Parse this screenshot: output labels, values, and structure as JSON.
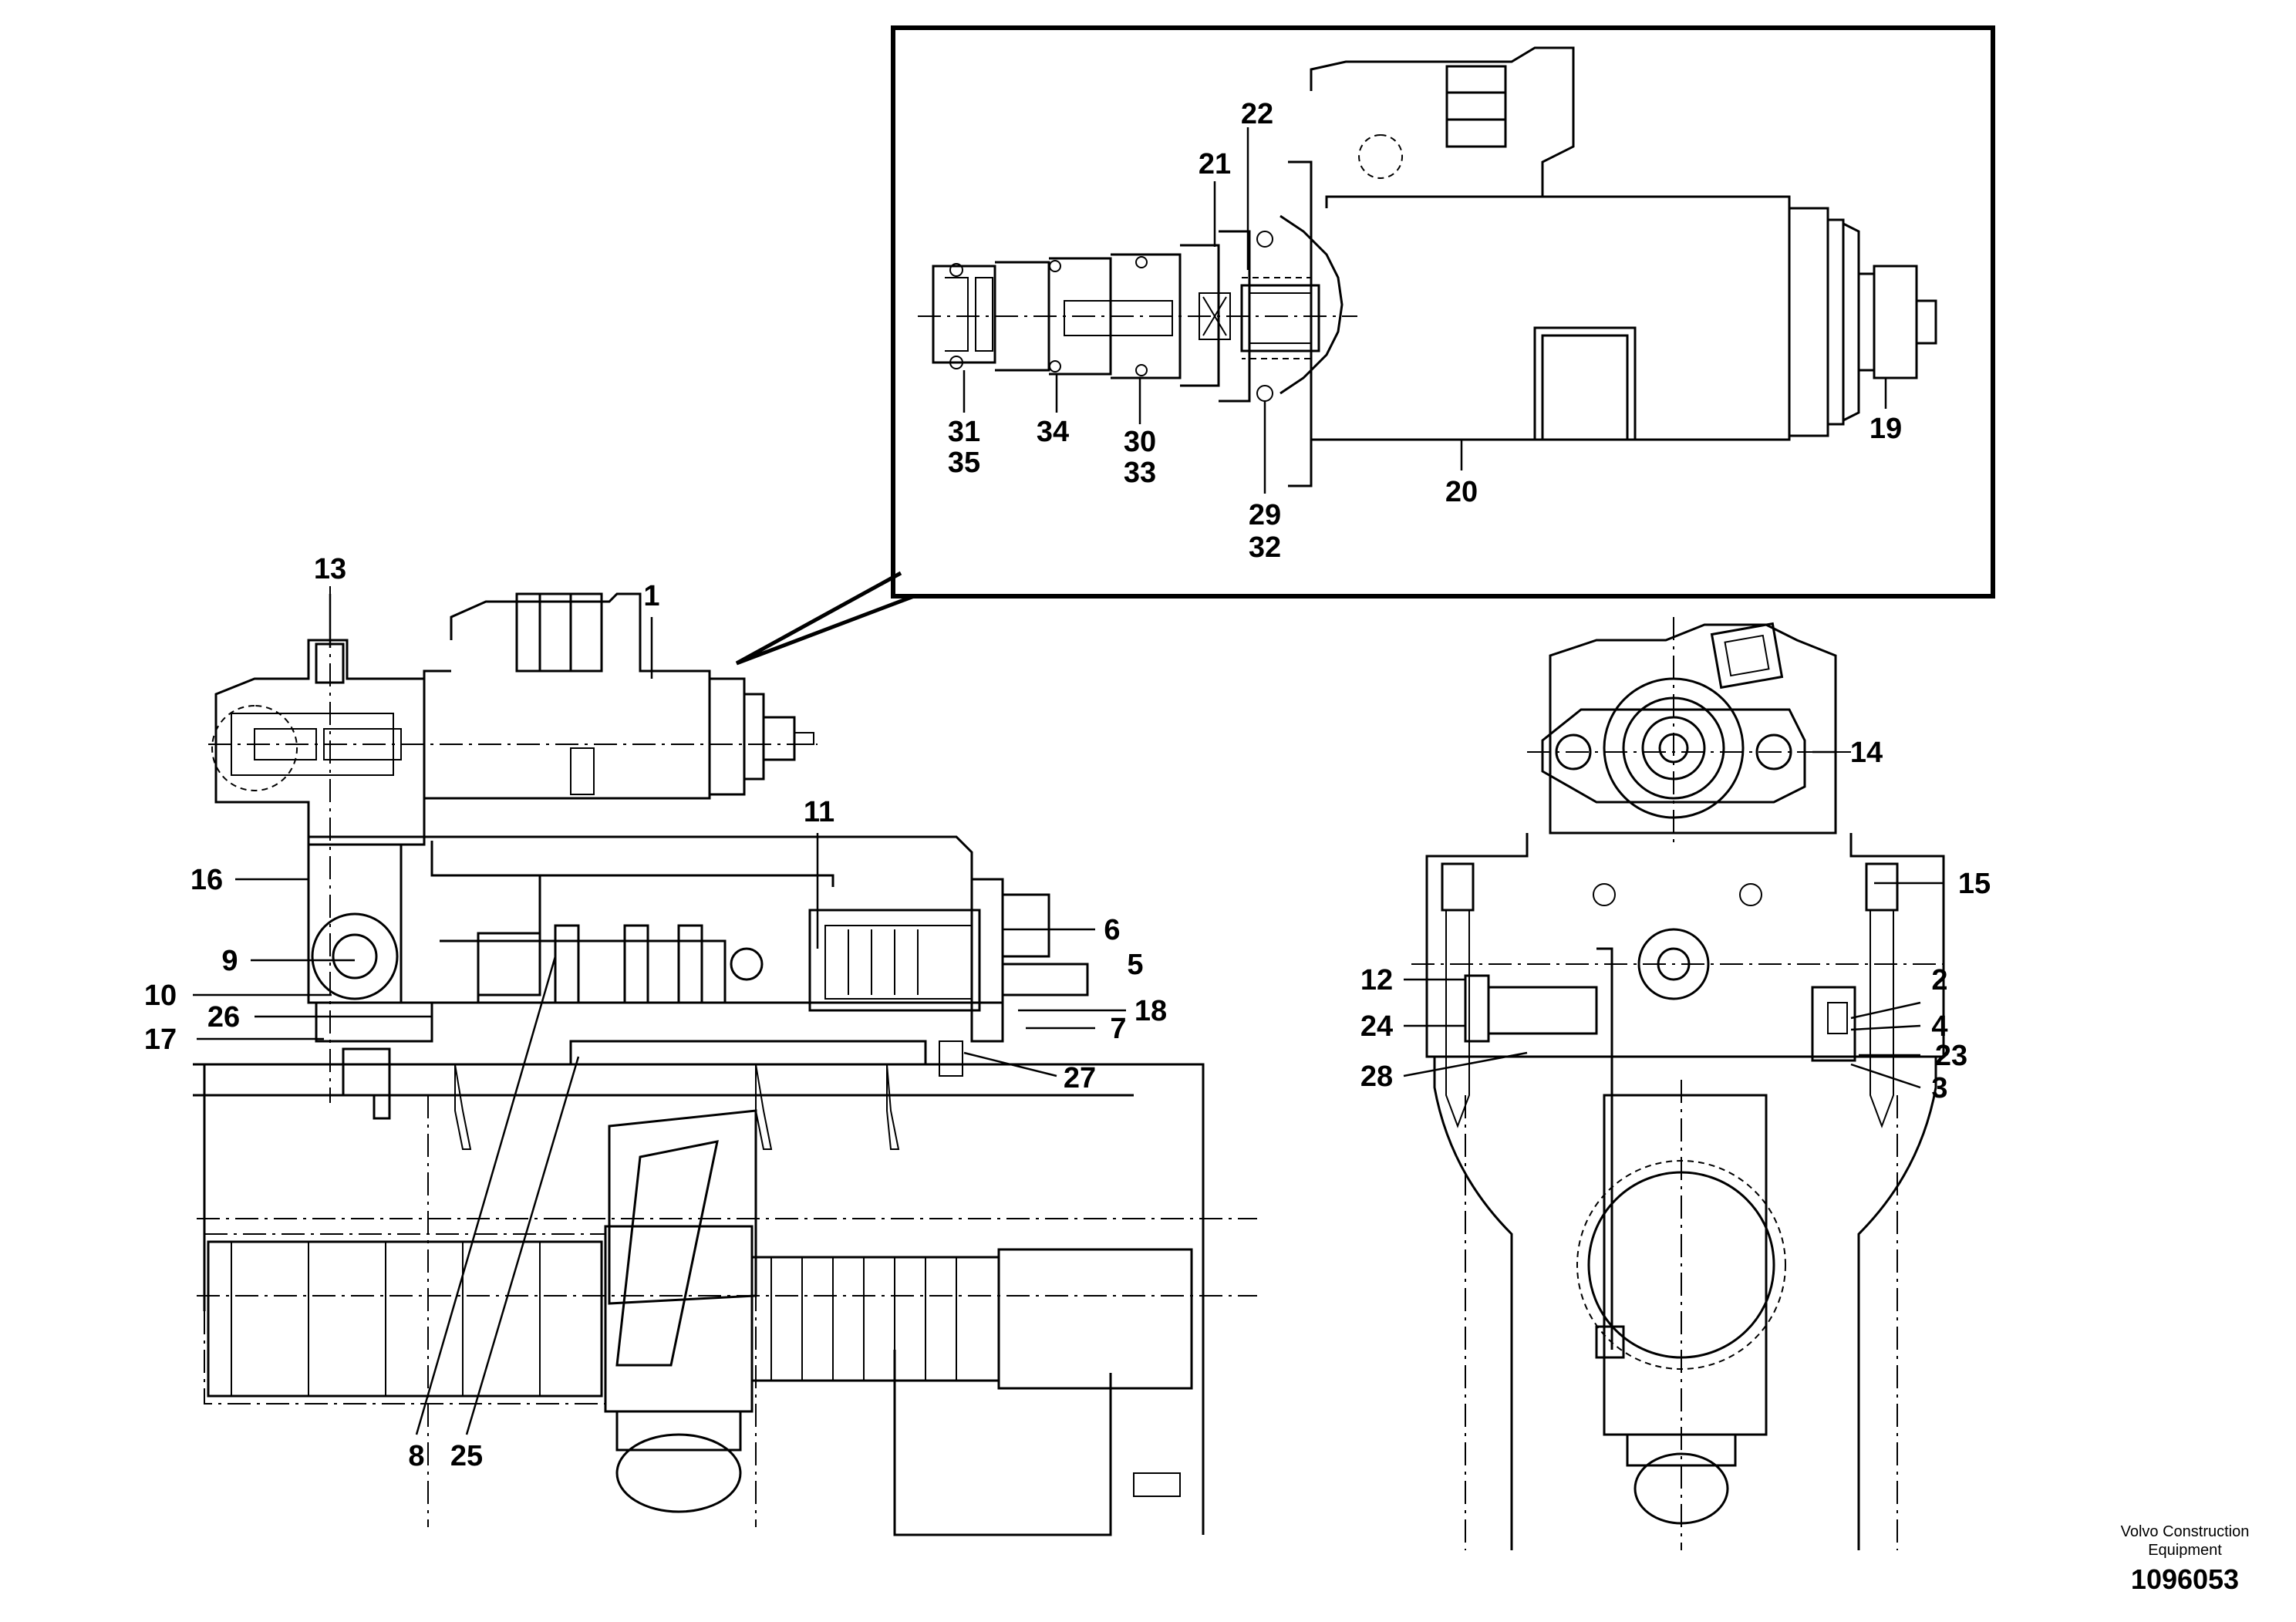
{
  "labels": {
    "p1": "1",
    "p2": "2",
    "p3": "3",
    "p4": "4",
    "p5": "5",
    "p6": "6",
    "p7": "7",
    "p8": "8",
    "p9": "9",
    "p10": "10",
    "p11": "11",
    "p12": "12",
    "p13": "13",
    "p14": "14",
    "p15": "15",
    "p16": "16",
    "p17": "17",
    "p18": "18",
    "p19": "19",
    "p20": "20",
    "p21": "21",
    "p22": "22",
    "p23": "23",
    "p24": "24",
    "p25": "25",
    "p26": "26",
    "p27": "27",
    "p28": "28",
    "p29_32_a": "29",
    "p29_32_b": "32",
    "p30_33_a": "30",
    "p30_33_b": "33",
    "p31_35_a": "31",
    "p31_35_b": "35",
    "p34": "34"
  },
  "credit": {
    "line1": "Volvo Construction",
    "line2": "Equipment",
    "figure_number": "1096053"
  },
  "colors": {
    "ink": "#000000",
    "paper": "#ffffff"
  }
}
